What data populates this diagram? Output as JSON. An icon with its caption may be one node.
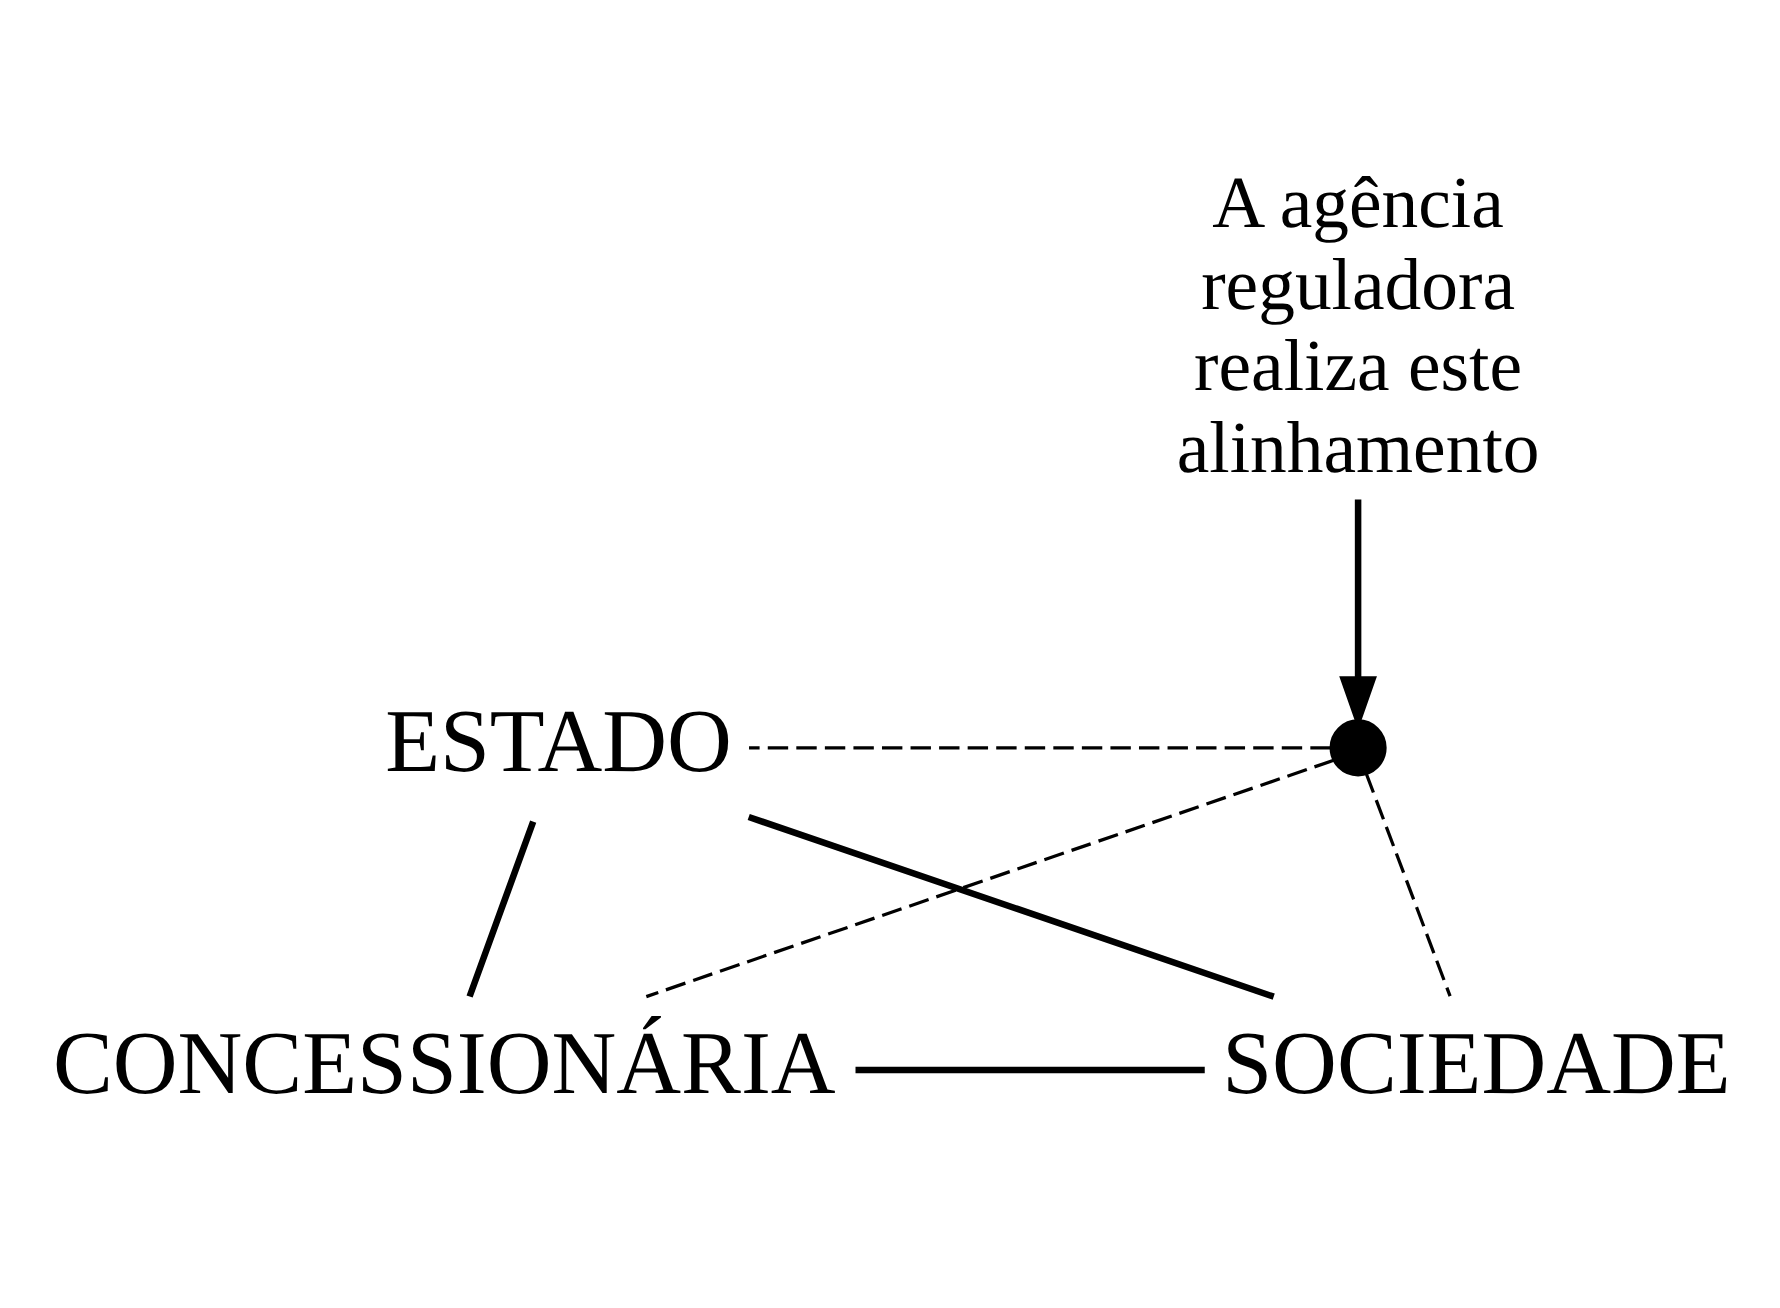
{
  "diagram": {
    "nodes": [
      {
        "text": [
          "ESTADO"
        ]
      },
      {
        "text": [
          "CONCESSIONÁRIA"
        ]
      },
      {
        "text": [
          "SOCIEDADE"
        ]
      },
      {
        "text": [],
        "shape": "circle"
      },
      {
        "text": [
          "A agência reguladora realiza este alinhamento"
        ]
      }
    ],
    "edges": [
      {
        "from": 0,
        "to": 1,
        "arrow": "none"
      },
      {
        "from": 0,
        "to": 2,
        "arrow": "none"
      },
      {
        "from": 1,
        "to": 2,
        "arrow": "none"
      },
      {
        "from": 3,
        "to": 0,
        "arrow": "none",
        "style": "dashed"
      },
      {
        "from": 3,
        "to": 1,
        "arrow": "none",
        "style": "dashed"
      },
      {
        "from": 3,
        "to": 2,
        "arrow": "none",
        "style": "dashed"
      },
      {
        "from": 4,
        "to": 3,
        "arrow": "to"
      }
    ]
  }
}
